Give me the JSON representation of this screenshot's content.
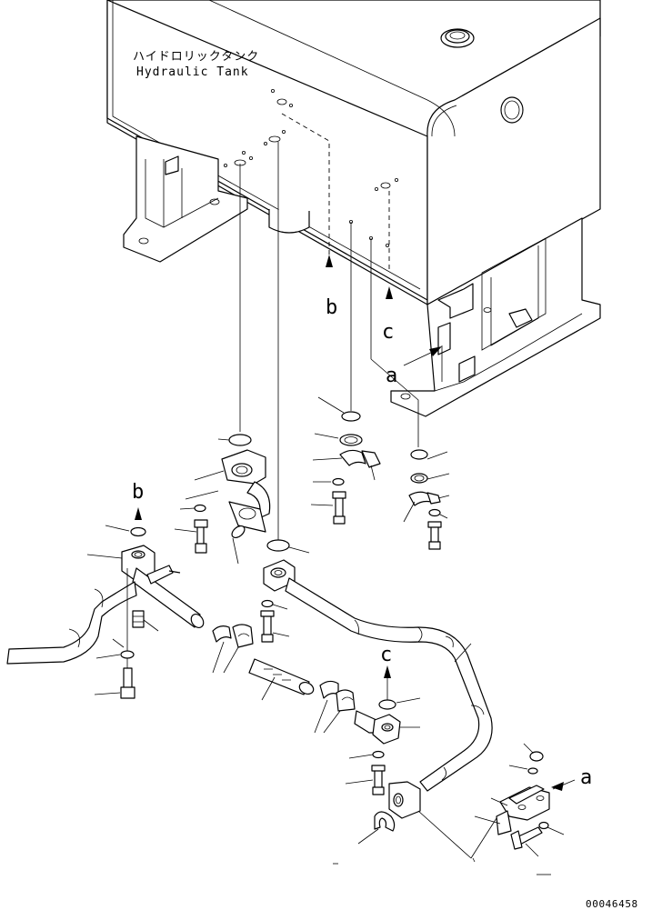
{
  "tank_label": {
    "japanese": "ハイドロリックタンク",
    "english": "Hydraulic Tank"
  },
  "view_refs": {
    "b_upper": "b",
    "c_upper": "c",
    "a_upper": "a",
    "b_lower": "b",
    "c_lower": "c",
    "a_lower": "a"
  },
  "drawing_number": "00046458"
}
